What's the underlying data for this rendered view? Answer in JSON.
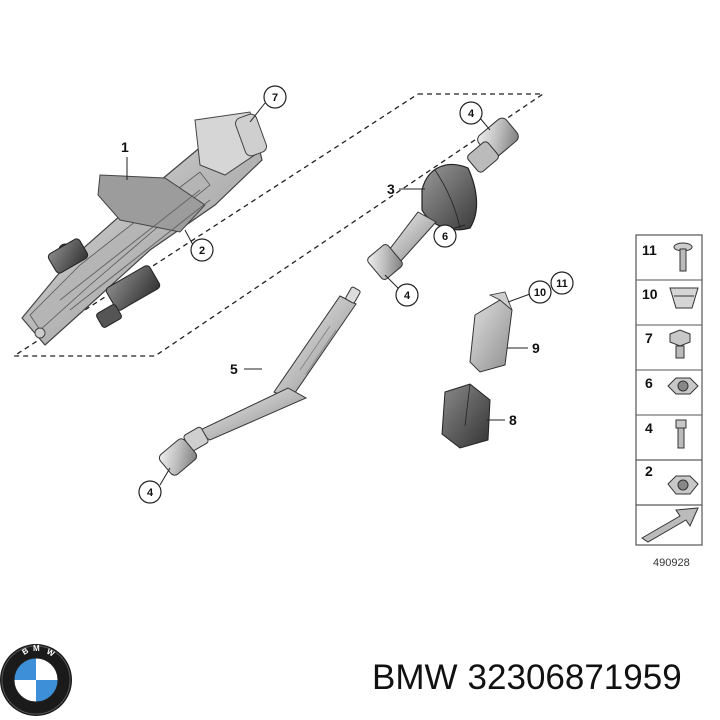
{
  "callouts": {
    "c7": "7",
    "c1": "1",
    "c2": "2",
    "c4a": "4",
    "c3": "3",
    "c6": "6",
    "c4b": "4",
    "c5": "5",
    "c4c": "4",
    "c10": "10",
    "c11": "11",
    "c9": "9",
    "c8": "8"
  },
  "legend": {
    "items": [
      "11",
      "10",
      "7",
      "6",
      "4",
      "2"
    ],
    "diagram_code": "490928"
  },
  "caption": {
    "brand": "BMW",
    "part_number": "32306871959"
  },
  "colors": {
    "metal_light": "#d9d9d9",
    "metal_mid": "#a8a8a8",
    "metal_dark": "#5a5a5a",
    "black": "#2b2b2b",
    "bmw_blue": "#3d8fd8"
  }
}
